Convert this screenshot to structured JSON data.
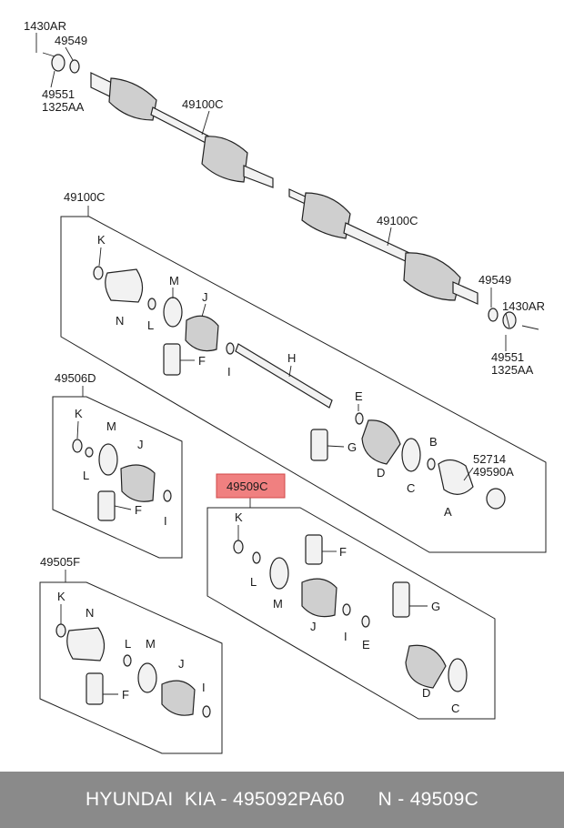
{
  "labels": {
    "l1430ar_top": "1430AR",
    "l49549_top": "49549",
    "l49551_top": "49551",
    "l1325aa_top": "1325AA",
    "l49100c_shaft1": "49100C",
    "l49100c_shaft2": "49100C",
    "l49549_right": "49549",
    "l1430ar_right": "1430AR",
    "l49551_right": "49551",
    "l1325aa_right": "1325AA",
    "l49100c_kit": "49100C",
    "l49506d_kit": "49506D",
    "l49505f_kit": "49505F",
    "l49509c_kit": "49509C",
    "l52714": "52714",
    "l49590a": "49590A",
    "K": "K",
    "N": "N",
    "M": "M",
    "L": "L",
    "J": "J",
    "F": "F",
    "I": "I",
    "H": "H",
    "E": "E",
    "G": "G",
    "D": "D",
    "C": "C",
    "B": "B",
    "A": "A"
  },
  "footer": {
    "brand": "HYUNDAI  KIA - 495092PA60",
    "code": "N - 49509C"
  },
  "colors": {
    "highlight": "#f08080",
    "footer_bg": "#8a8a8a"
  }
}
